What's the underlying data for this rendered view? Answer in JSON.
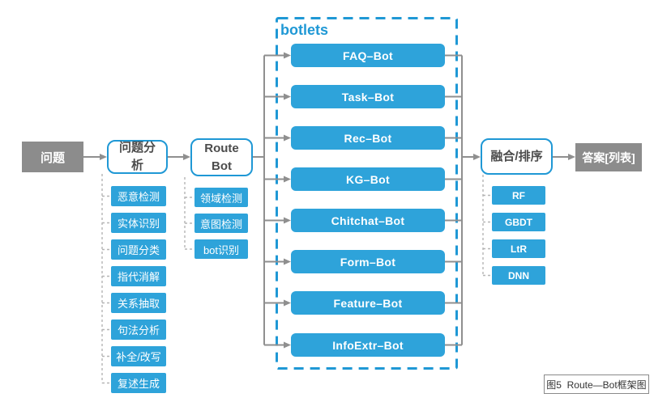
{
  "figure": {
    "caption": "图5  Route—Bot框架图"
  },
  "flow": {
    "input": "问题",
    "analysis": {
      "label": "问题分析",
      "items": [
        "恶意检测",
        "实体识别",
        "问题分类",
        "指代消解",
        "关系抽取",
        "句法分析",
        "补全/改写",
        "复述生成"
      ]
    },
    "route_bot": {
      "label": "Route Bot",
      "items": [
        "领域检测",
        "意图检测",
        "bot识别"
      ]
    },
    "botlets": {
      "label": "botlets",
      "items": [
        "FAQ–Bot",
        "Task–Bot",
        "Rec–Bot",
        "KG–Bot",
        "Chitchat–Bot",
        "Form–Bot",
        "Feature–Bot",
        "InfoExtr–Bot"
      ]
    },
    "ranking": {
      "label": "融合/排序",
      "items": [
        "RF",
        "GBDT",
        "LtR",
        "DNN"
      ]
    },
    "output": "答案[列表]"
  },
  "colors": {
    "blue_fill": "#2ea3da",
    "blue_accent": "#1f98d5",
    "gray_box": "#8c8c8c",
    "line": "#8f8f8f",
    "dash_connector": "#b5b5b5",
    "text_dark": "#4c4c4c",
    "caption_text": "#333333",
    "caption_border": "#8a8a8a",
    "bg": "#ffffff"
  }
}
